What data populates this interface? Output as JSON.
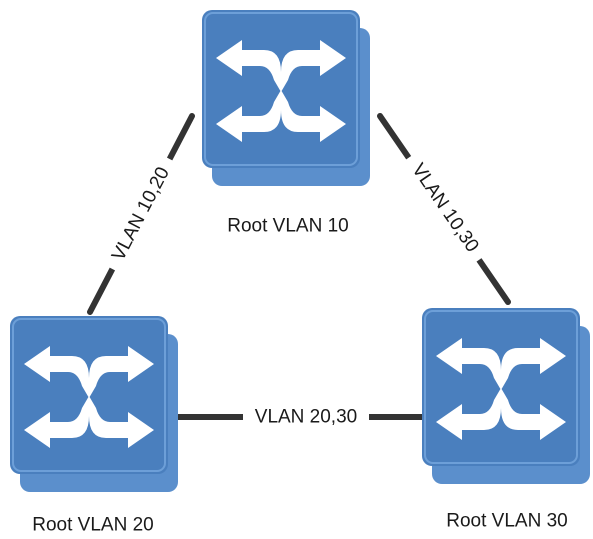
{
  "colors": {
    "switch_face": "#4a7fbe",
    "switch_back": "#5b8fcc",
    "switch_highlight": "#6d9fd8",
    "arrow": "#ffffff",
    "link_line": "#333333",
    "text": "#1a1a1a"
  },
  "icons": {
    "switch": "switch-icon"
  },
  "switches": [
    {
      "id": "top",
      "label": "Root VLAN 10"
    },
    {
      "id": "left",
      "label": "Root VLAN 20"
    },
    {
      "id": "right",
      "label": "Root VLAN 30"
    }
  ],
  "links": [
    {
      "id": "top-left",
      "label": "VLAN 10,20"
    },
    {
      "id": "top-right",
      "label": "VLAN 10,30"
    },
    {
      "id": "left-right",
      "label": "VLAN 20,30"
    }
  ]
}
